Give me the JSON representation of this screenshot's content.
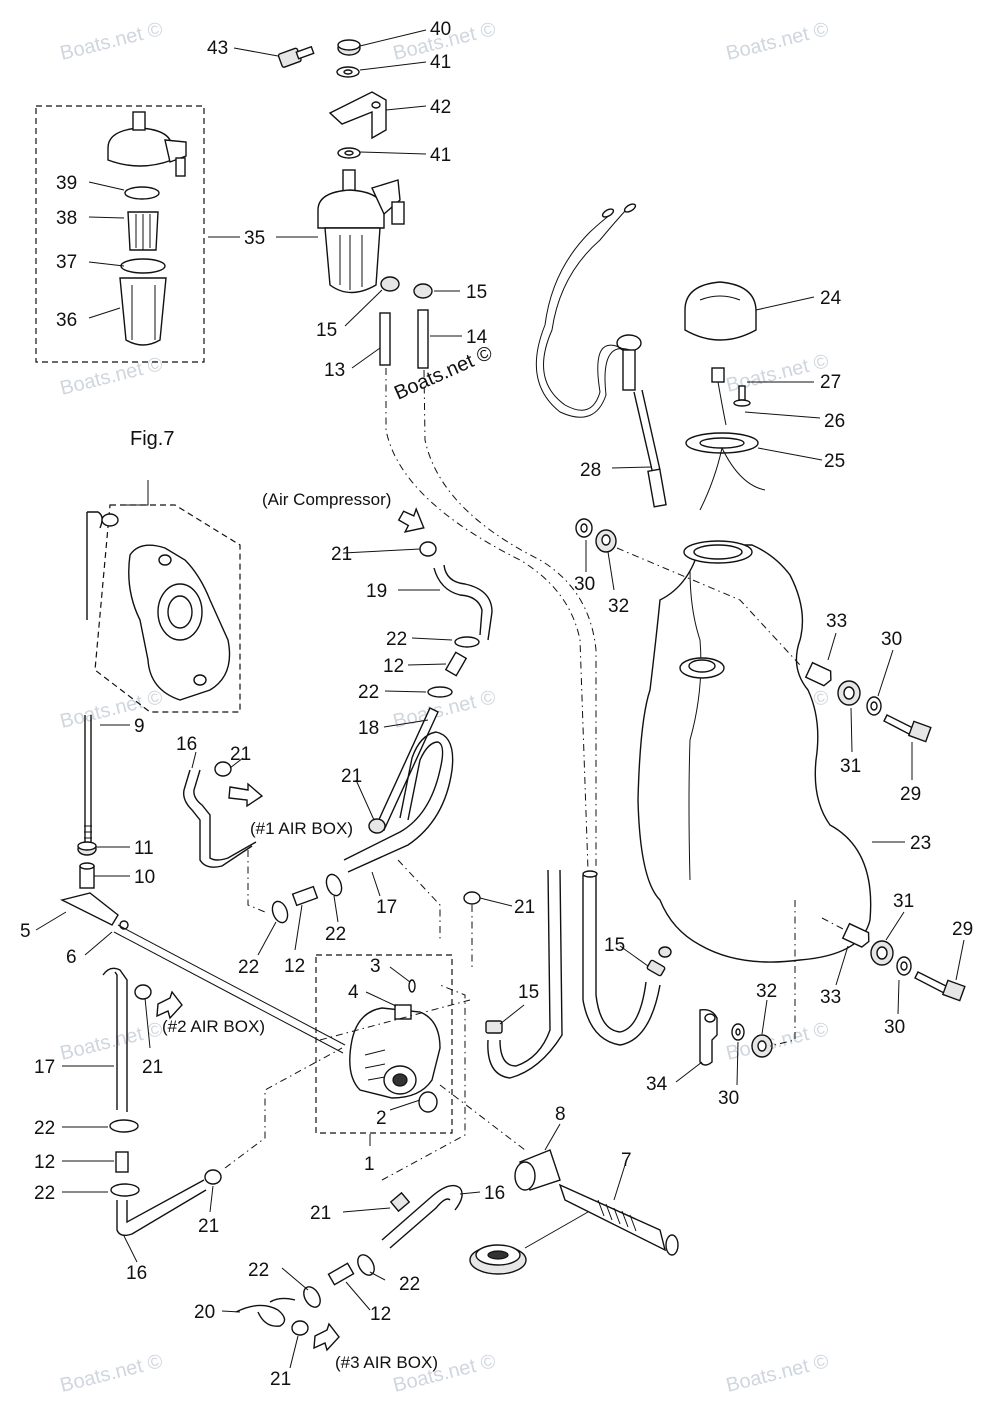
{
  "watermark": "Boats.net ©",
  "watermark_center": "Boats.net ©",
  "figure_ref": "Fig.7",
  "captions": {
    "air_compressor": "(Air Compressor)",
    "air_box_1": "(#1 AIR BOX)",
    "air_box_2": "(#2 AIR BOX)",
    "air_box_3": "(#3 AIR BOX)"
  },
  "callouts": {
    "c1": "1",
    "c2": "2",
    "c3": "3",
    "c4": "4",
    "c5": "5",
    "c6": "6",
    "c7": "7",
    "c8": "8",
    "c9": "9",
    "c10": "10",
    "c11": "11",
    "c12a": "12",
    "c12b": "12",
    "c12c": "12",
    "c12d": "12",
    "c13": "13",
    "c14": "14",
    "c15a": "15",
    "c15b": "15",
    "c15c": "15",
    "c15d": "15",
    "c16a": "16",
    "c16b": "16",
    "c16c": "16",
    "c17a": "17",
    "c17b": "17",
    "c18": "18",
    "c19": "19",
    "c20": "20",
    "c21a": "21",
    "c21b": "21",
    "c21c": "21",
    "c21d": "21",
    "c21e": "21",
    "c21f": "21",
    "c21g": "21",
    "c21h": "21",
    "c22a": "22",
    "c22b": "22",
    "c22c": "22",
    "c22d": "22",
    "c22e": "22",
    "c22f": "22",
    "c22g": "22",
    "c22h": "22",
    "c23": "23",
    "c24": "24",
    "c25": "25",
    "c26": "26",
    "c27": "27",
    "c28": "28",
    "c29a": "29",
    "c29b": "29",
    "c30a": "30",
    "c30b": "30",
    "c30c": "30",
    "c30d": "30",
    "c31a": "31",
    "c31b": "31",
    "c32a": "32",
    "c32b": "32",
    "c33a": "33",
    "c33b": "33",
    "c34": "34",
    "c35": "35",
    "c36": "36",
    "c37": "37",
    "c38": "38",
    "c39": "39",
    "c40": "40",
    "c41a": "41",
    "c41b": "41",
    "c42": "42",
    "c43": "43"
  }
}
